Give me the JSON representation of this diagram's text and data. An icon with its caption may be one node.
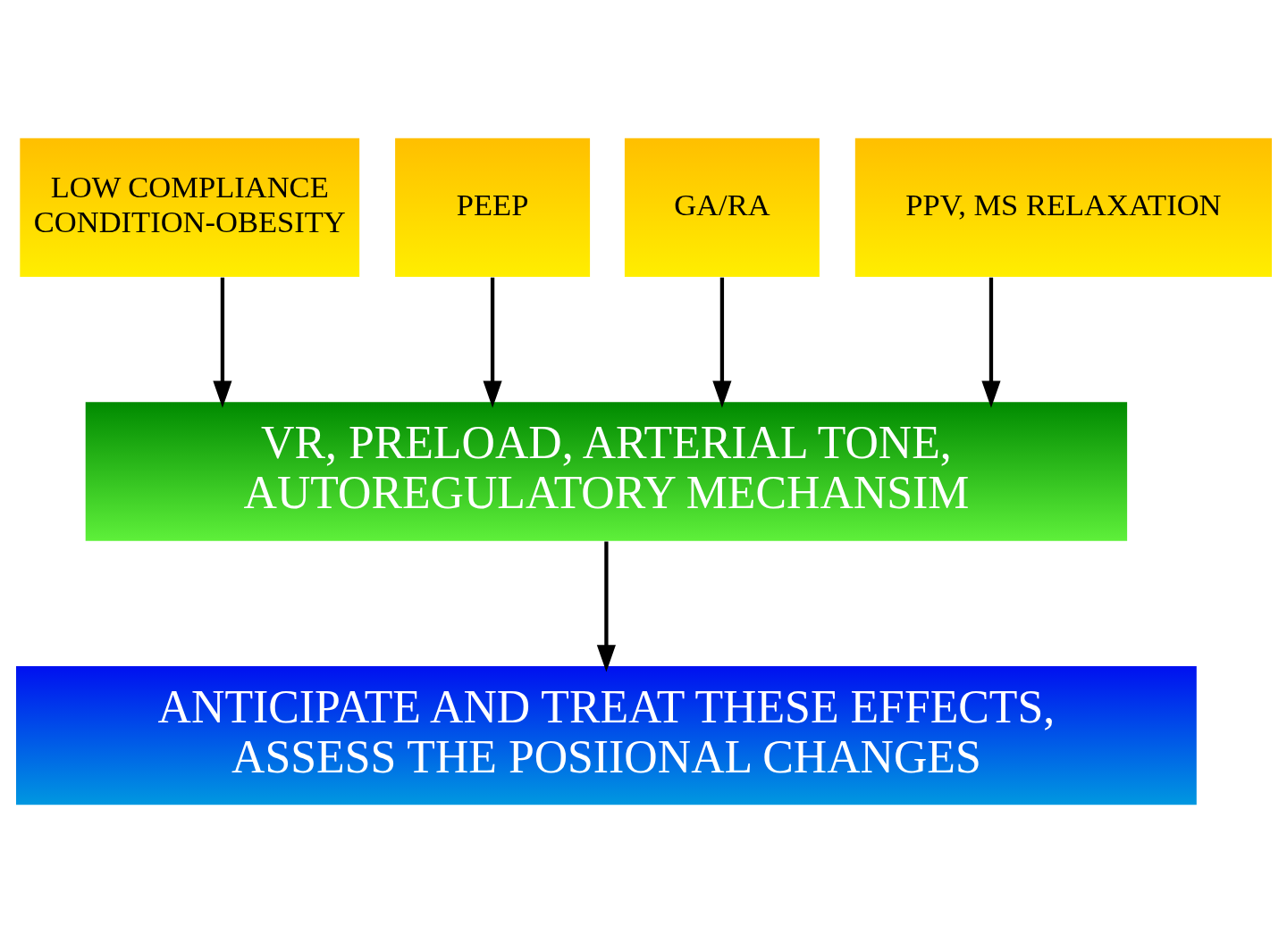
{
  "diagram": {
    "nodes": [
      {
        "text": [
          "LOW COMPLIANCE CONDITION-OBESITY"
        ]
      },
      {
        "text": [
          "PEEP"
        ]
      },
      {
        "text": [
          "GA/RA"
        ]
      },
      {
        "text": [
          "PPV, MS RELAXATION"
        ]
      },
      {
        "text": [
          "VR, PRELOAD, ARTERIAL TONE, AUTOREGULATORY MECHANSIM"
        ]
      },
      {
        "text": [
          "ANTICIPATE AND TREAT THESE EFFECTS, ASSESS THE POSIIONAL CHANGES"
        ]
      }
    ],
    "edges": [
      {
        "from": 0,
        "to": 4,
        "arrow": "to"
      },
      {
        "from": 1,
        "to": 4,
        "arrow": "to"
      },
      {
        "from": 2,
        "to": 4,
        "arrow": "to"
      },
      {
        "from": 3,
        "to": 4,
        "arrow": "to"
      },
      {
        "from": 4,
        "to": 5,
        "arrow": "to"
      }
    ]
  }
}
